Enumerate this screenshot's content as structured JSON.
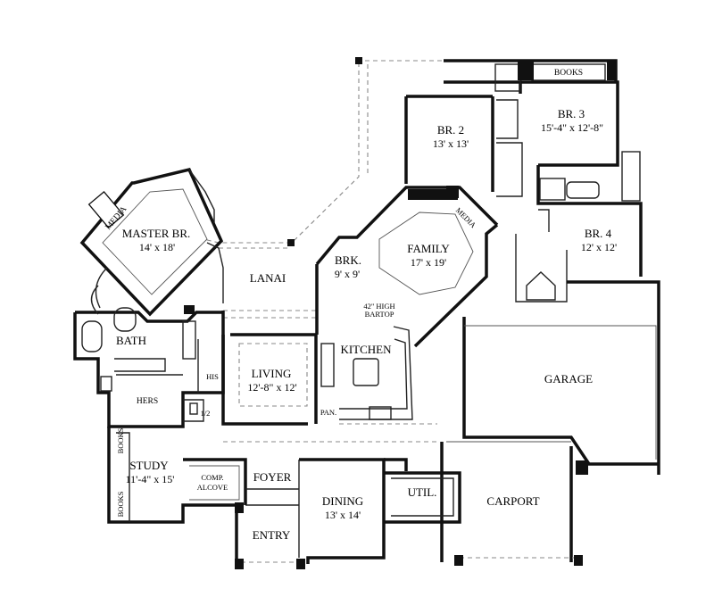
{
  "rooms": {
    "master": {
      "name": "MASTER BR.",
      "size": "14' x 18'"
    },
    "media_master": "MEDIA",
    "bath": "BATH",
    "his": "HIS",
    "hers": "HERS",
    "half_bath": "1/2",
    "lanai": "LANAI",
    "living": {
      "name": "LIVING",
      "size": "12'-8\" x 12'"
    },
    "brk": {
      "name": "BRK.",
      "size": "9' x 9'"
    },
    "family": {
      "name": "FAMILY",
      "size": "17' x 19'"
    },
    "media_family": "MEDIA",
    "bartop": {
      "line1": "42\" HIGH",
      "line2": "BARTOP"
    },
    "kitchen": "KITCHEN",
    "pan": "PAN.",
    "br2": {
      "name": "BR. 2",
      "size": "13' x 13'"
    },
    "br3": {
      "name": "BR. 3",
      "size": "15'-4\" x 12'-8\""
    },
    "books_br3": "BOOKS",
    "br4": {
      "name": "BR. 4",
      "size": "12' x 12'"
    },
    "garage": "GARAGE",
    "study": {
      "name": "STUDY",
      "size": "11'-4\" x 15'"
    },
    "books_study_top": "BOOKS",
    "books_study_bottom": "BOOKS",
    "comp": {
      "line1": "COMP.",
      "line2": "ALCOVE"
    },
    "foyer": "FOYER",
    "dining": {
      "name": "DINING",
      "size": "13' x 14'"
    },
    "util": "UTIL.",
    "carport": "CARPORT",
    "entry": "ENTRY"
  }
}
